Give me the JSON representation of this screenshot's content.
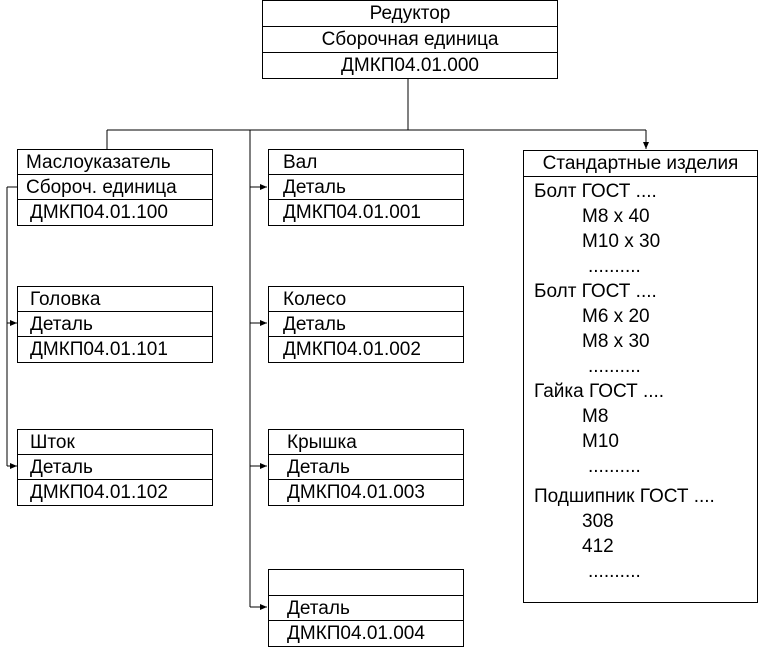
{
  "root": {
    "name": "Редуктор",
    "type": "Сборочная единица",
    "code": "ДМКП04.01.000"
  },
  "assembly": {
    "name": "Маслоуказатель",
    "type": "Сбороч. единица",
    "code": "ДМКП04.01.100"
  },
  "assembly_parts": [
    {
      "name": "Головка",
      "type": "Деталь",
      "code": "ДМКП04.01.101"
    },
    {
      "name": "Шток",
      "type": "Деталь",
      "code": "ДМКП04.01.102"
    }
  ],
  "parts": [
    {
      "name": "Вал",
      "type": "Деталь",
      "code": "ДМКП04.01.001"
    },
    {
      "name": "Колесо",
      "type": "Деталь",
      "code": "ДМКП04.01.002"
    },
    {
      "name": "Крышка",
      "type": "Деталь",
      "code": "ДМКП04.01.003"
    },
    {
      "name": "",
      "type": "Деталь",
      "code": "ДМКП04.01.004"
    }
  ],
  "standard": {
    "title": "Стандартные изделия",
    "lines": [
      "Болт ГОСТ ....",
      "М8 x 40",
      "М10 x 30",
      "..........",
      "Болт ГОСТ ....",
      "М6 x 20",
      "М8 x 30",
      "..........",
      "Гайка ГОСТ ....",
      "М8",
      "М10",
      "..........",
      "Подшипник ГОСТ ....",
      "308",
      "412",
      ".........."
    ]
  }
}
